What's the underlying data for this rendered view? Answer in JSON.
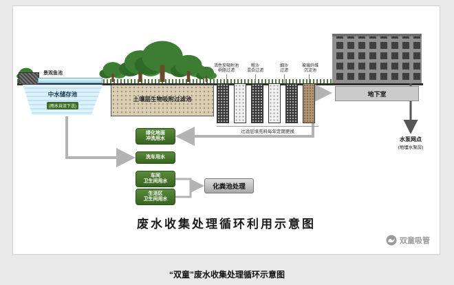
{
  "page": {
    "caption": "“双童”废水收集处理循环示意图"
  },
  "diagram": {
    "title": "废水收集处理循环利用示意图",
    "watermark": "双童吸管",
    "pond": {
      "label": "景观鱼池"
    },
    "storage_pool": {
      "label": "中水储存池",
      "note": "(雨水自流下送)"
    },
    "soil_filter": {
      "label": "土壤层生物吸附过滤池"
    },
    "filters": {
      "note": "过滤层填充料每年定期更换",
      "columns": [
        {
          "line1": "活性炭吸附池",
          "line2": "树脂过滤"
        },
        {
          "line1": "粗沙",
          "line2": "混合过滤"
        },
        {
          "line1": "细沙",
          "line2": "过滤"
        },
        {
          "line1": "玻璃纤维",
          "line2": "沉淀池"
        }
      ]
    },
    "building": {
      "basement_label": "地下室"
    },
    "pump": {
      "line1": "水泵网点",
      "line2": "(地埋水泵房)"
    },
    "reuse_boxes": [
      {
        "line1": "绿化地面",
        "line2": "冲洗用水"
      },
      {
        "line1": "洗车用水",
        "line2": ""
      },
      {
        "line1": "车间",
        "line2": "卫生间用水"
      },
      {
        "line1": "生活区",
        "line2": "卫生间用水"
      }
    ],
    "septic": {
      "label": "化粪池处理"
    },
    "colors": {
      "reuse_green": "#3f6b28",
      "water_blue": "#bfe2f4",
      "soil_tan": "#d9cfb6",
      "arrow_gray": "#b3b3b3"
    }
  }
}
